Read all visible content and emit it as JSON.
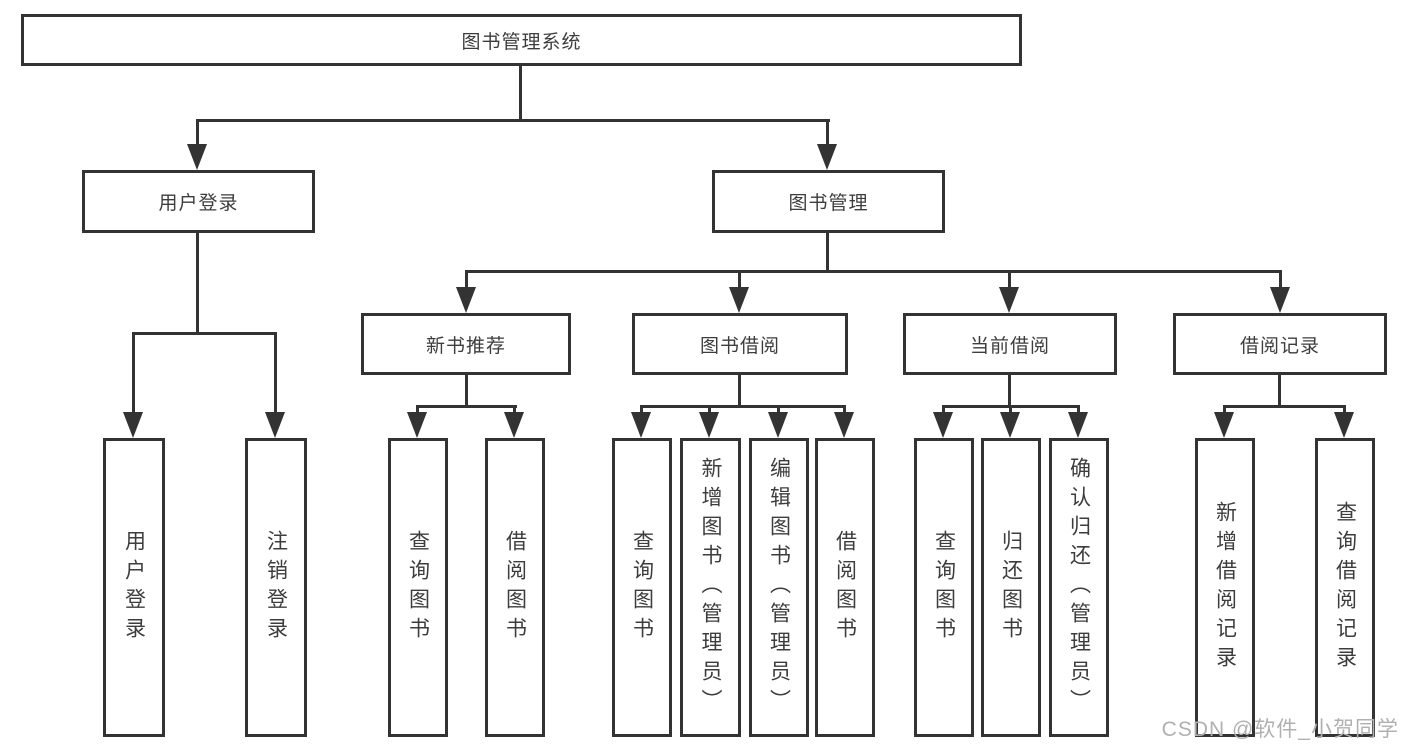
{
  "diagram": {
    "title": "图书管理系统",
    "root": {
      "label": "图书管理系统"
    },
    "branches": [
      {
        "label": "用户登录",
        "children": [
          {
            "label": "用户登录"
          },
          {
            "label": "注销登录"
          }
        ]
      },
      {
        "label": "图书管理",
        "children": [
          {
            "label": "新书推荐",
            "children": [
              {
                "label": "查询图书"
              },
              {
                "label": "借阅图书"
              }
            ]
          },
          {
            "label": "图书借阅",
            "children": [
              {
                "label": "查询图书"
              },
              {
                "label": "新增图书（管理员）"
              },
              {
                "label": "编辑图书（管理员）"
              },
              {
                "label": "借阅图书"
              }
            ]
          },
          {
            "label": "当前借阅",
            "children": [
              {
                "label": "查询图书"
              },
              {
                "label": "归还图书"
              },
              {
                "label": "确认归还（管理员）"
              }
            ]
          },
          {
            "label": "借阅记录",
            "children": [
              {
                "label": "新增借阅记录"
              },
              {
                "label": "查询借阅记录"
              }
            ]
          }
        ]
      }
    ]
  },
  "watermark": {
    "text": "CSDN @软件_小贺同学"
  },
  "colors": {
    "line": "#333333",
    "text": "#3d3d3d",
    "background": "#ffffff",
    "watermark": "#b0b0b0"
  }
}
